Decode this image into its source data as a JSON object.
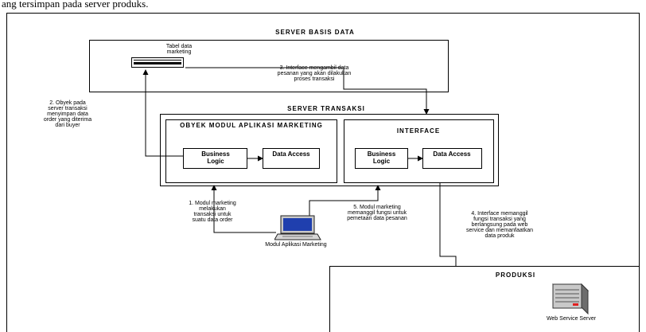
{
  "caption": "ang tersimpan pada server produks.",
  "server_basis_data": {
    "title": "SERVER BASIS DATA",
    "table_label": "Tabel data marketing",
    "note_interface": "3. Interface mengambil data pesanan yang akan dilakukan proses transaksi"
  },
  "note_obyek": "2. Obyek pada server transaksi menyimpan data order yang diterima dari buyer",
  "server_transaksi": {
    "title": "SERVER TRANSAKSI",
    "modul": {
      "title": "OBYEK MODUL APLIKASI MARKETING",
      "business_logic": "Business Logic",
      "data_access": "Data Access"
    },
    "interface": {
      "title": "INTERFACE",
      "business_logic": "Business Logic",
      "data_access": "Data Access"
    }
  },
  "note_modul_1": "1. Modul marketing melakukan transaksi untuk suatu data order",
  "note_modul_5": "5. Modul marketing memanggil fungsi untuk pemetaan data pesanan",
  "note_interface_4": "4. Interface memanggil fungsi transaksi yang berlangsung pada web service dan memanfaatkan data produk",
  "laptop_label": "Modul Aplikasi Marketing",
  "produksi": {
    "title": "PRODUKSI",
    "server_label": "Web Service Server"
  }
}
